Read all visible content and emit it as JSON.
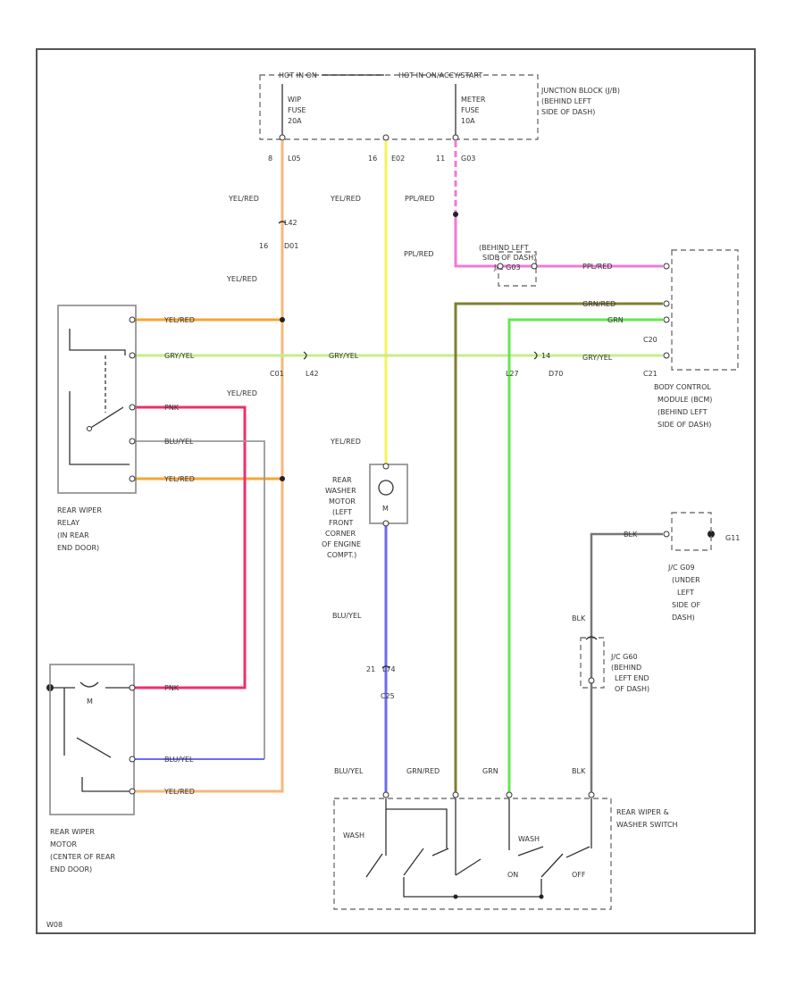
{
  "colors": {
    "ye_red": "#f7a531",
    "ye_red_vertical": "#f5b97a",
    "yellow": "#f3f35a",
    "pink_red": "#f07ad8",
    "pink": "#ef2f6a",
    "gry_yel": "#c7ee8a",
    "grn_red": "#7f7f32",
    "grn": "#62e84d",
    "blu_yel": "#6b6bef",
    "blk": "#777777",
    "wire_gray": "#999999",
    "frame": "#555555"
  },
  "junction_block": {
    "hot_run": "HOT IN ON",
    "hot_accy": "HOT IN ON/ACCY/START",
    "fuse1": [
      "WIP",
      "FUSE",
      "20A"
    ],
    "fuse2": [
      "METER",
      "FUSE",
      "10A"
    ],
    "label": [
      "JUNCTION BLOCK (J/B)",
      "(BEHIND LEFT",
      "SIDE OF DASH)"
    ],
    "pin1": "8",
    "conn1": "L05",
    "pin2": "16",
    "conn2": "E02",
    "pin3": "11",
    "conn3": "G03"
  },
  "wires": {
    "ye_red_1": "YEL/RED",
    "ye_red_2": "YEL/RED",
    "ye_red_3": "YEL/RED",
    "ye_red_4": "YEL/RED",
    "ye_red_5": "YEL/RED",
    "ye_red_6": "YEL/RED",
    "ye_red_7": "YEL/RED",
    "pnk_red_1": "PPL/RED",
    "pnk_red_2": "PPL/RED",
    "pnk_red_3": "PPL/RED",
    "gry_yel_1": "GRY/YEL",
    "gry_yel_2": "GRY/YEL",
    "grn_red_1": "GRN/RED",
    "grn_red_2": "GRN/RED",
    "grn_1": "GRN",
    "grn_2": "GRN",
    "pnk_1": "PNK",
    "pnk_2": "PNK",
    "blu_yel_1": "BLU/YEL",
    "blu_yel_2": "BLU/YEL",
    "blu_yel_3": "BLU/YEL",
    "blu_yel_4": "BLU/YEL",
    "blk_1": "BLK",
    "blk_2": "BLK",
    "blk_3": "BLK"
  },
  "connectors": {
    "l42_top": "L42",
    "pin_16": "16",
    "d01_top": "D01",
    "c01": "C01",
    "l42_mid": "L42",
    "l27": "L27",
    "d70": "D70",
    "pin_14": "14",
    "c20": "C20",
    "c21": "C21",
    "l74_pin": "21",
    "l74": "L74",
    "c25": "C25",
    "g11": "G11"
  },
  "labels": {
    "jc_text": [
      "(BEHIND LEFT",
      "SIDE OF DASH)",
      "J/C G03"
    ],
    "bcm": [
      "BODY CONTROL",
      "MODULE (BCM)",
      "(BEHIND LEFT",
      "SIDE OF DASH)"
    ],
    "relay": [
      "REAR WIPER",
      "RELAY",
      "(IN REAR",
      "END DOOR)"
    ],
    "washer_motor": [
      "REAR",
      "WASHER",
      "MOTOR",
      "(LEFT",
      "FRONT",
      "CORNER",
      "OF ENGINE",
      "COMPT.)"
    ],
    "wiper_motor": [
      "REAR WIPER",
      "MOTOR",
      "(CENTER OF REAR",
      "END DOOR)"
    ],
    "switch": [
      "REAR WIPER &",
      "WASHER SWITCH"
    ],
    "jc_g09": [
      "J/C G09",
      "(UNDER",
      "LEFT",
      "SIDE OF",
      "DASH)"
    ],
    "jc_g60": [
      "J/C G60",
      "(BEHIND",
      "LEFT END",
      "OF DASH)"
    ],
    "wash": "WASH",
    "on": "ON",
    "off": "OFF",
    "wash2": "WASH",
    "motor_m": "M",
    "washer_m": "M",
    "code": "W08"
  }
}
